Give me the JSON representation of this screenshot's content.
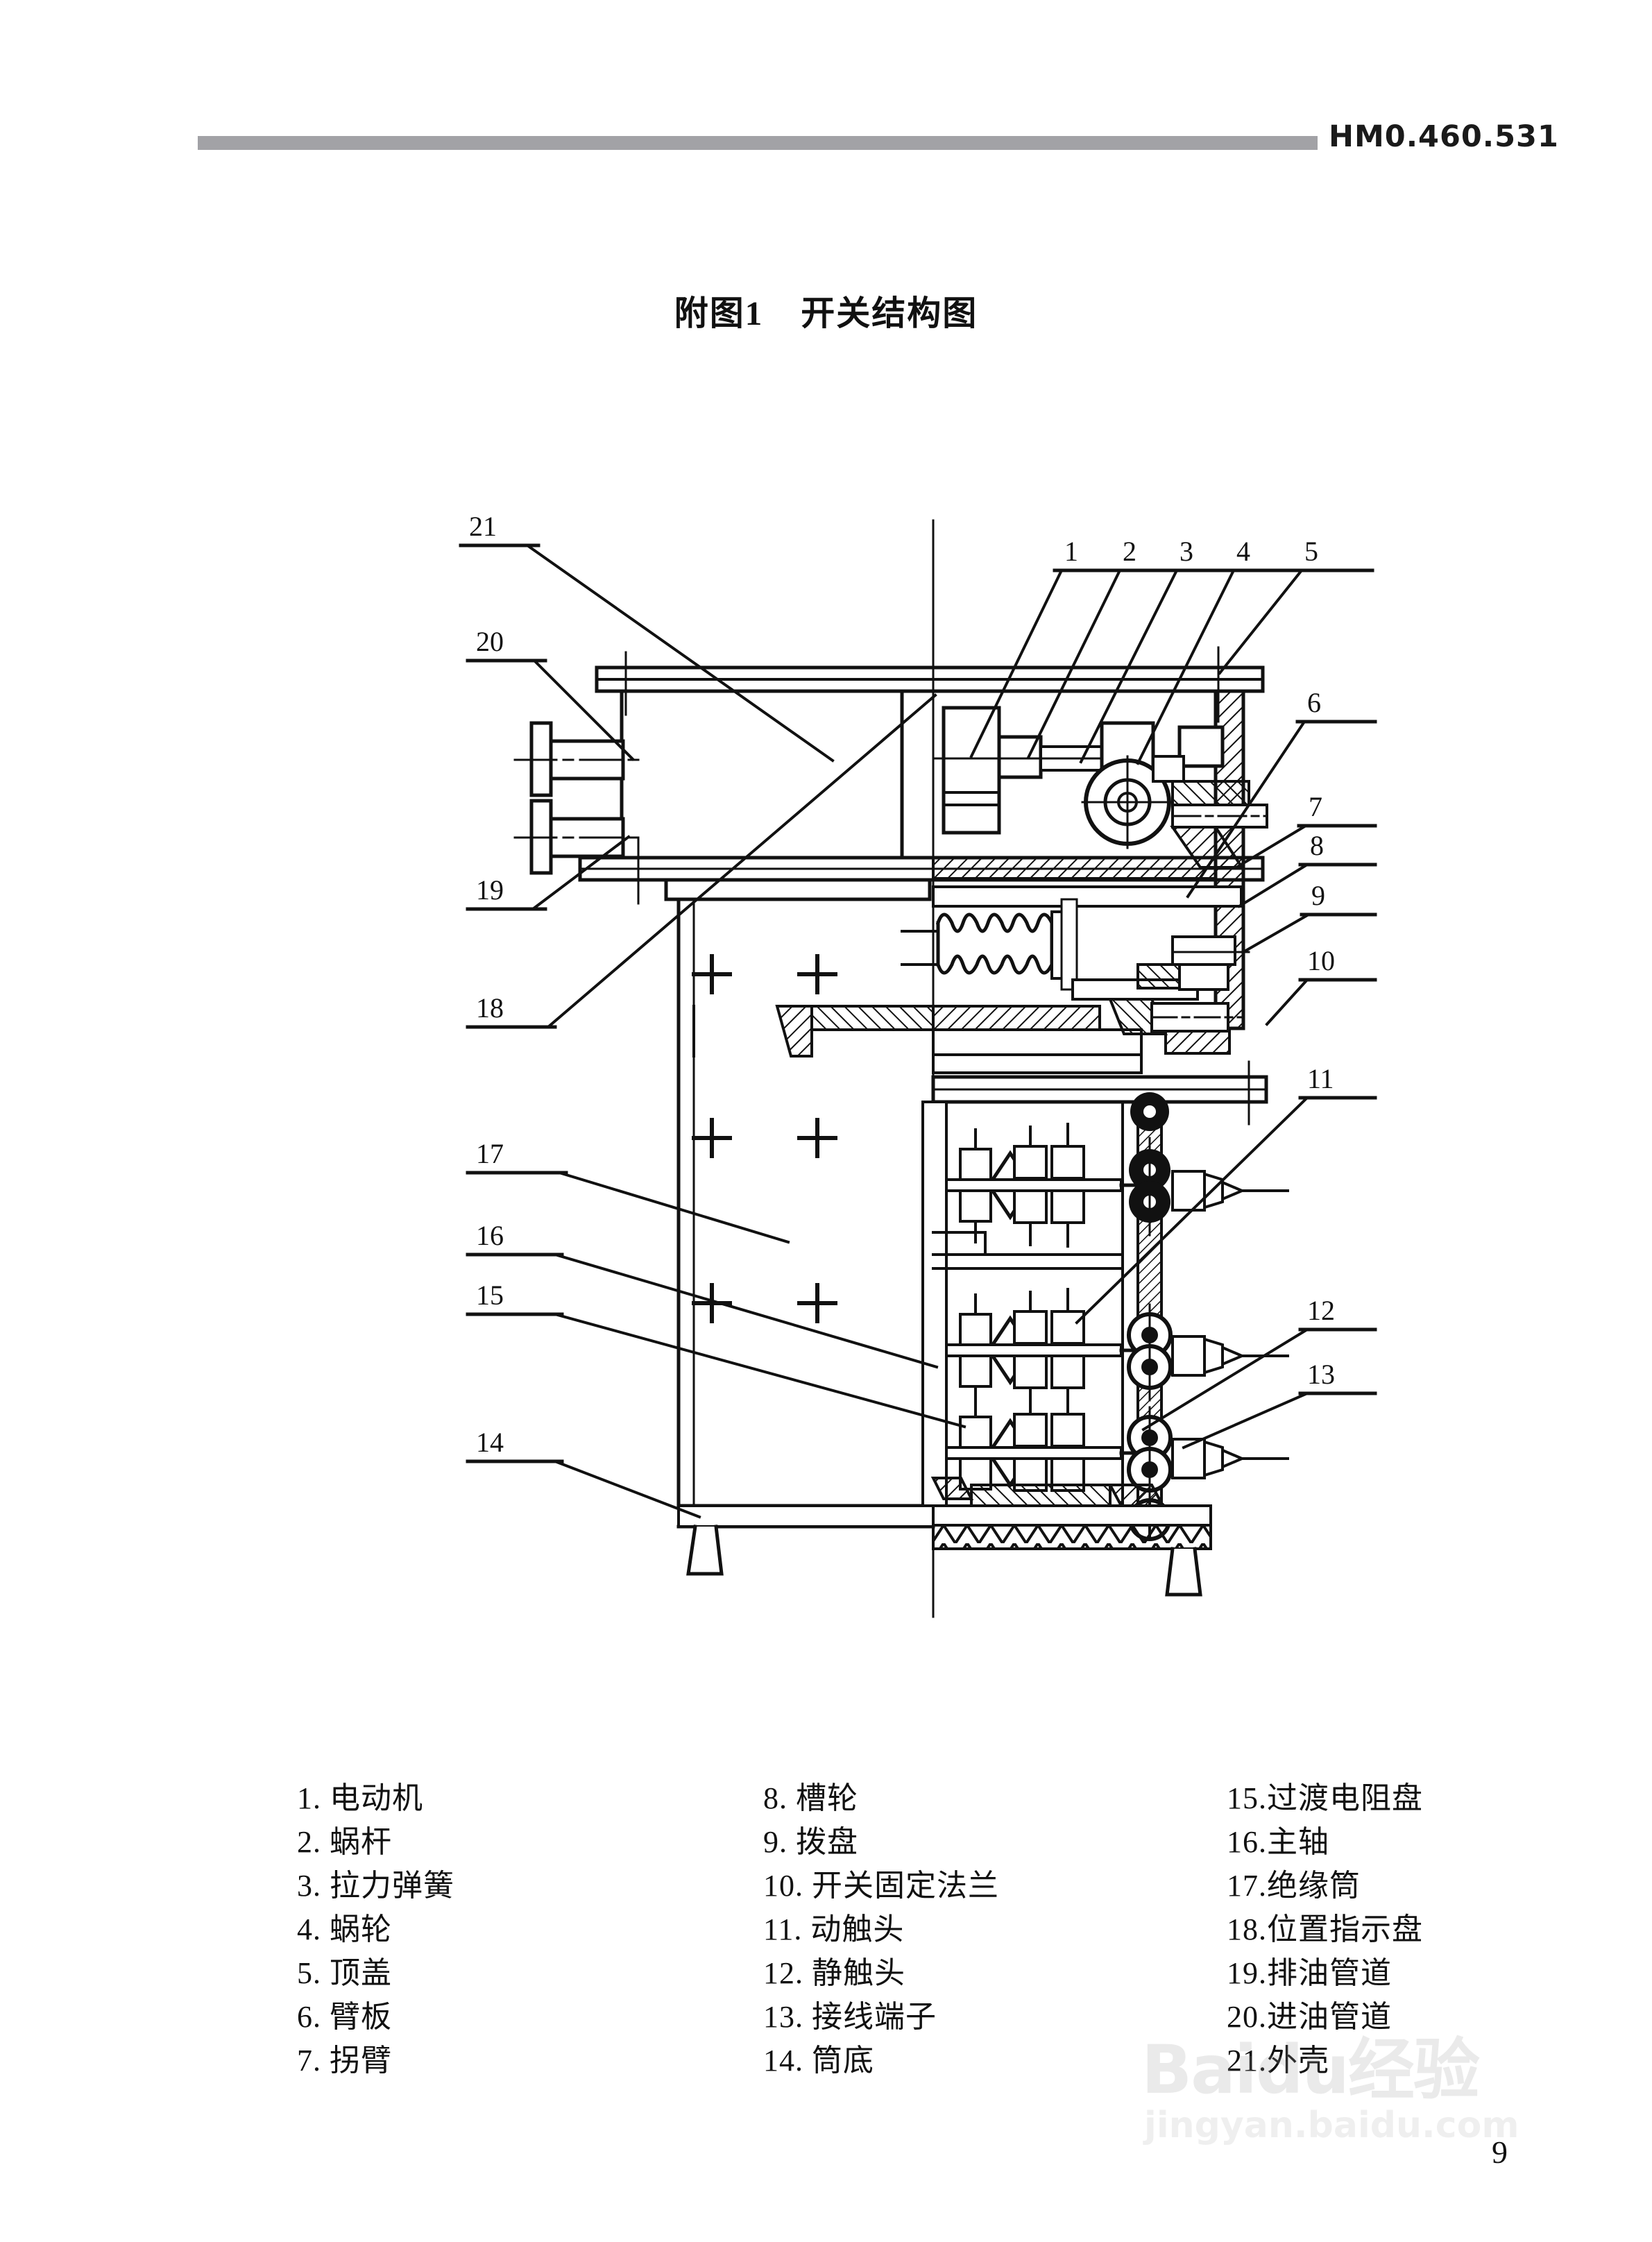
{
  "header": {
    "document_code": "HM0.460.531"
  },
  "figure": {
    "number_label": "附图1",
    "title": "开关结构图"
  },
  "callouts": [
    {
      "id": "1",
      "side": "top-right"
    },
    {
      "id": "2",
      "side": "top-right"
    },
    {
      "id": "3",
      "side": "top-right"
    },
    {
      "id": "4",
      "side": "top-right"
    },
    {
      "id": "5",
      "side": "top-right"
    },
    {
      "id": "6",
      "side": "right"
    },
    {
      "id": "7",
      "side": "right"
    },
    {
      "id": "8",
      "side": "right"
    },
    {
      "id": "9",
      "side": "right"
    },
    {
      "id": "10",
      "side": "right"
    },
    {
      "id": "11",
      "side": "right"
    },
    {
      "id": "12",
      "side": "right"
    },
    {
      "id": "13",
      "side": "right"
    },
    {
      "id": "14",
      "side": "left"
    },
    {
      "id": "15",
      "side": "left"
    },
    {
      "id": "16",
      "side": "left"
    },
    {
      "id": "17",
      "side": "left"
    },
    {
      "id": "18",
      "side": "left"
    },
    {
      "id": "19",
      "side": "left"
    },
    {
      "id": "20",
      "side": "left"
    },
    {
      "id": "21",
      "side": "left"
    }
  ],
  "legend": {
    "columns": [
      [
        {
          "num": "1.",
          "label": "电动机"
        },
        {
          "num": "2.",
          "label": "蜗杆"
        },
        {
          "num": "3.",
          "label": "拉力弹簧"
        },
        {
          "num": "4.",
          "label": "蜗轮"
        },
        {
          "num": "5.",
          "label": "顶盖"
        },
        {
          "num": "6.",
          "label": "臂板"
        },
        {
          "num": "7.",
          "label": "拐臂"
        }
      ],
      [
        {
          "num": "8.",
          "label": "槽轮"
        },
        {
          "num": "9.",
          "label": "拨盘"
        },
        {
          "num": "10.",
          "label": "开关固定法兰"
        },
        {
          "num": "11.",
          "label": "动触头"
        },
        {
          "num": "12.",
          "label": "静触头"
        },
        {
          "num": "13.",
          "label": "接线端子"
        },
        {
          "num": "14.",
          "label": "筒底"
        }
      ],
      [
        {
          "num": "15.",
          "label": "过渡电阻盘"
        },
        {
          "num": "16.",
          "label": "主轴"
        },
        {
          "num": "17.",
          "label": "绝缘筒"
        },
        {
          "num": "18.",
          "label": "位置指示盘"
        },
        {
          "num": "19.",
          "label": "排油管道"
        },
        {
          "num": "20.",
          "label": "进油管道"
        },
        {
          "num": "21.",
          "label": "外壳"
        }
      ]
    ]
  },
  "watermark": {
    "brand": "Baidu经验",
    "url": "jingyan.baidu.com"
  },
  "page": {
    "number": "9"
  },
  "colors": {
    "rule_gray": "#a2a2a6",
    "ink": "#111111",
    "watermark_gray": "#9b9b9b"
  }
}
